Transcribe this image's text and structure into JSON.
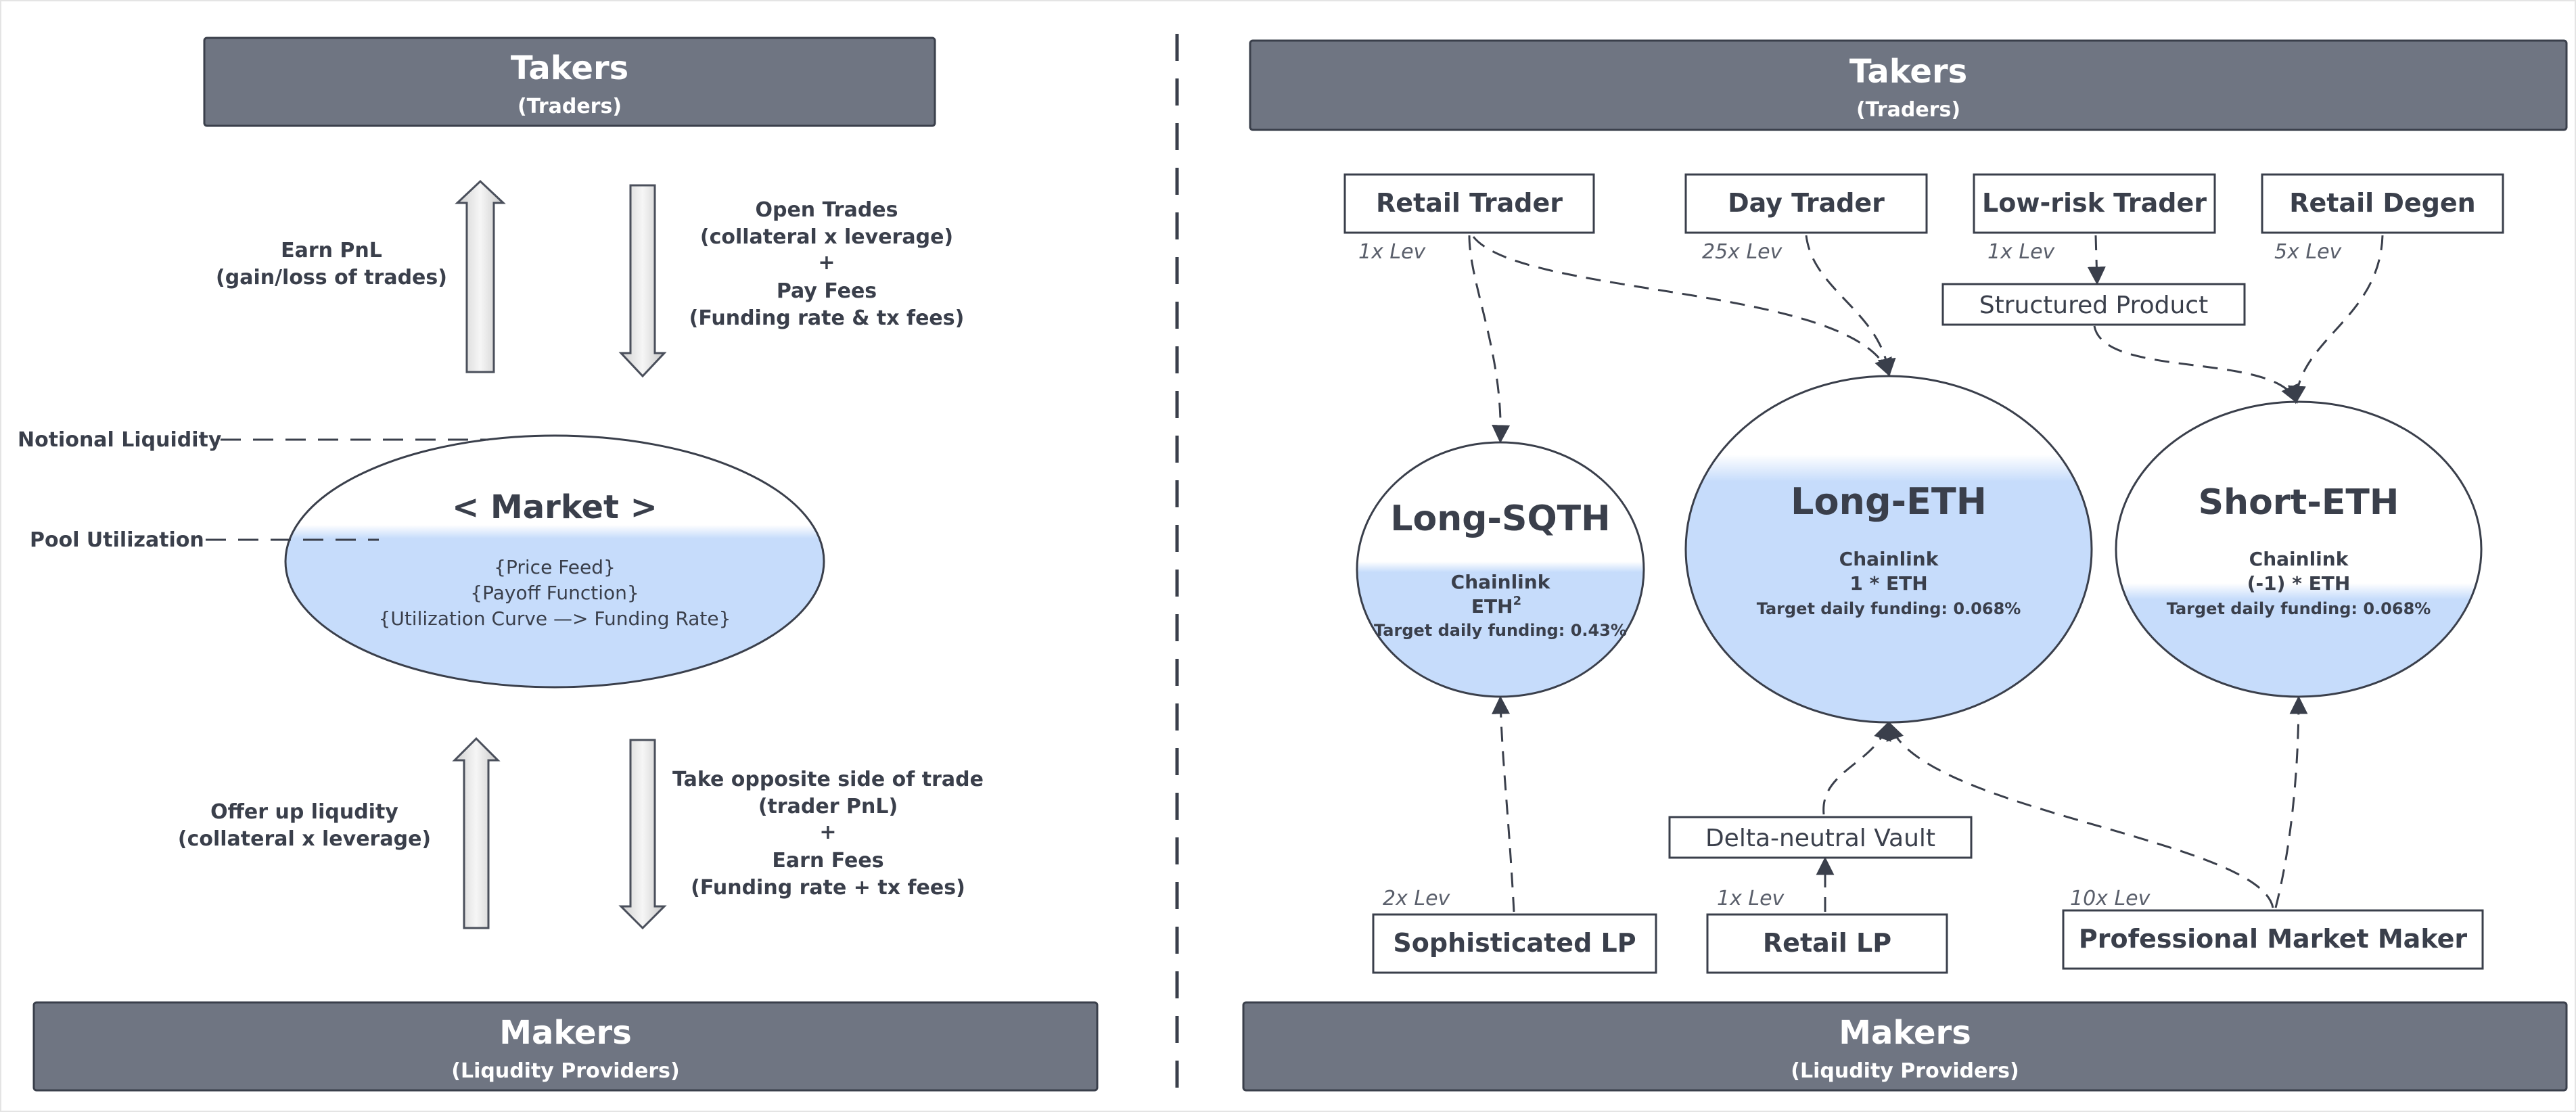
{
  "colors": {
    "banner": "#6f7582",
    "banner_text": "#ffffff",
    "ink": "#3a3f4b",
    "liquidity_fill": "#c6dcfb",
    "arrow_fill_light": "#f4f4f4",
    "arrow_fill_dark": "#c4c4c4"
  },
  "left": {
    "takers": {
      "title": "Takers",
      "subtitle": "(Traders)"
    },
    "makers": {
      "title": "Makers",
      "subtitle": "(Liqudity Providers)"
    },
    "earn_pnl": [
      "Earn PnL",
      "(gain/loss of trades)"
    ],
    "open_trades": [
      "Open Trades",
      "(collateral x leverage)",
      "+",
      "Pay Fees",
      "(Funding rate  & tx fees)"
    ],
    "offer_liquidity": [
      "Offer up liqudity",
      "(collateral  x leverage)"
    ],
    "take_opposite": [
      "Take opposite side of trade",
      "(trader PnL)",
      "+",
      "Earn Fees",
      "(Funding rate + tx fees)"
    ],
    "notional_liquidity": "Notional Liquidity",
    "pool_utilization": "Pool Utilization",
    "market": {
      "title": "< Market >",
      "lines": [
        "{Price Feed}",
        "{Payoff Function}",
        "{Utilization Curve —> Funding Rate}"
      ]
    }
  },
  "right": {
    "takers": {
      "title": "Takers",
      "subtitle": "(Traders)"
    },
    "makers": {
      "title": "Makers",
      "subtitle": "(Liqudity Providers)"
    },
    "traders": [
      {
        "label": "Retail Trader",
        "lev": "1x Lev"
      },
      {
        "label": "Day Trader",
        "lev": "25x Lev"
      },
      {
        "label": "Low-risk Trader",
        "lev": "1x Lev"
      },
      {
        "label": "Retail Degen",
        "lev": "5x Lev"
      }
    ],
    "structured_product": "Structured Product",
    "delta_neutral_vault": "Delta-neutral Vault",
    "lps": [
      {
        "label": "Sophisticated LP",
        "lev": "2x Lev"
      },
      {
        "label": "Retail LP",
        "lev": "1x Lev"
      },
      {
        "label": "Professional Market Maker",
        "lev": "10x Lev"
      }
    ],
    "markets": [
      {
        "title": "Long-SQTH",
        "oracle": "Chainlink",
        "payoff": "ETH",
        "payoff_sup": "2",
        "funding": "Target daily funding: 0.43%",
        "utilization": 0.48
      },
      {
        "title": "Long-ETH",
        "oracle": "Chainlink",
        "payoff": "1 * ETH",
        "payoff_sup": "",
        "funding": "Target daily funding: 0.068%",
        "utilization": 0.78
      },
      {
        "title": "Short-ETH",
        "oracle": "Chainlink",
        "payoff": "(-1) * ETH",
        "payoff_sup": "",
        "funding": "Target daily funding: 0.068%",
        "utilization": 0.34
      }
    ]
  }
}
